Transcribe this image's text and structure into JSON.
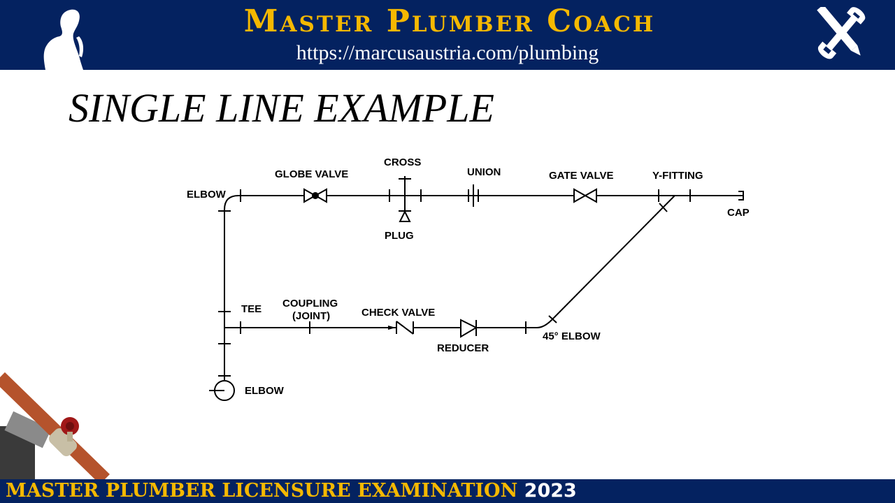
{
  "header": {
    "brand_title": "Master Plumber Coach",
    "url": "https://marcusaustria.com/plumbing",
    "logo_icon": "thinking-person-silhouette-icon",
    "tools_icon": "wrench-and-pencil-icon",
    "colors": {
      "background": "#042260",
      "title": "#F5B800",
      "url": "#FFFFFF"
    }
  },
  "page": {
    "title": "SINGLE LINE EXAMPLE"
  },
  "diagram": {
    "labels": {
      "elbow_top": "ELBOW",
      "globe_valve": "GLOBE VALVE",
      "cross": "CROSS",
      "plug": "PLUG",
      "union": "UNION",
      "gate_valve": "GATE VALVE",
      "y_fitting": "Y-FITTING",
      "cap": "CAP",
      "tee": "TEE",
      "coupling_line1": "COUPLING",
      "coupling_line2": "(JOINT)",
      "check_valve": "CHECK VALVE",
      "reducer": "REDUCER",
      "elbow_45": "45° ELBOW",
      "elbow_bottom": "ELBOW"
    }
  },
  "footer": {
    "text": "MASTER PLUMBER LICENSURE EXAMINATION",
    "year": "2023",
    "colors": {
      "background": "#042260",
      "text": "#F5B800",
      "year": "#FFFFFF"
    }
  },
  "decor": {
    "photo": "copper-pipe-with-valve-and-wrench-image"
  }
}
